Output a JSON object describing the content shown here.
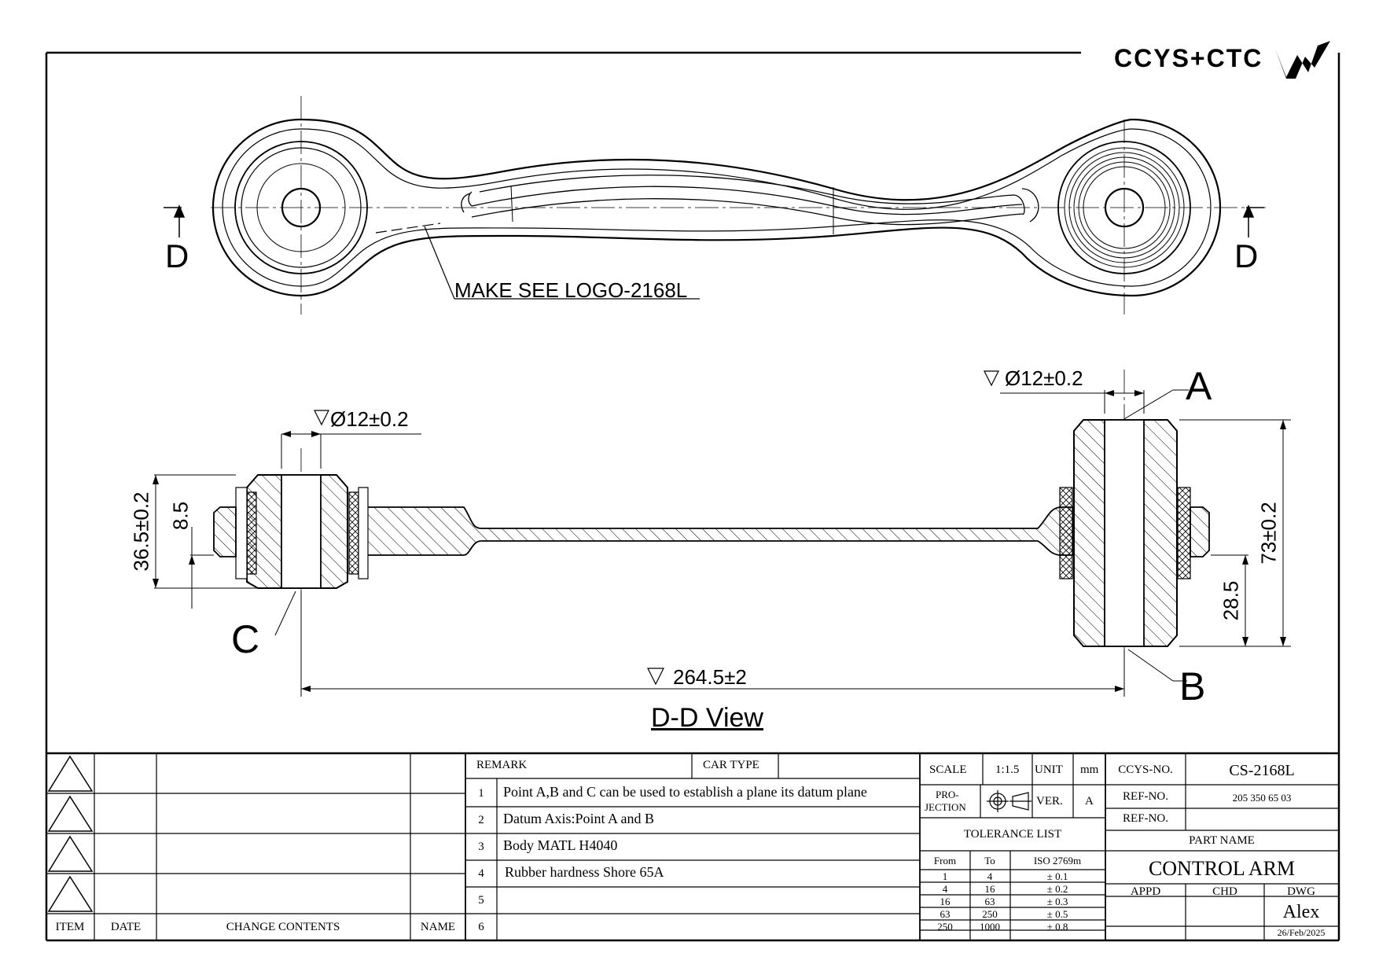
{
  "brand": {
    "logo_text": "CCYS+CTC"
  },
  "top_view": {
    "section_marker_left": "D",
    "section_marker_right": "D",
    "logo_note": "MAKE SEE LOGO-2168L"
  },
  "section_view": {
    "title": "D-D View",
    "dim_left_bore": "Ø12±0.2",
    "dim_right_bore": "Ø12±0.2",
    "dim_left_height": "36.5±0.2",
    "dim_left_offset": "8.5",
    "dim_length": "264.5±2",
    "dim_right_height": "73±0.2",
    "dim_right_offset": "28.5",
    "point_a": "A",
    "point_b": "B",
    "point_c": "C"
  },
  "revision_table": {
    "headers": {
      "item": "ITEM",
      "date": "DATE",
      "change": "CHANGE CONTENTS",
      "name": "NAME"
    }
  },
  "remarks": {
    "header": "REMARK",
    "car_type_label": "CAR TYPE",
    "car_type_value": "",
    "rows": [
      {
        "no": "1",
        "text": "Point A,B and C can be used to establish a plane its datum plane"
      },
      {
        "no": "2",
        "text": "Datum Axis:Point A and B"
      },
      {
        "no": "3",
        "text": "Body MATL H4040"
      },
      {
        "no": "4",
        "text": "Rubber hardness Shore 65A"
      },
      {
        "no": "5",
        "text": ""
      },
      {
        "no": "6",
        "text": ""
      }
    ]
  },
  "spec": {
    "scale_label": "SCALE",
    "scale_value": "1:1.5",
    "unit_label": "UNIT",
    "unit_value": "mm",
    "projection_label_1": "PRO-",
    "projection_label_2": "JECTION",
    "ver_label": "VER.",
    "ver_value": "A"
  },
  "tolerance": {
    "title": "TOLERANCE LIST",
    "headers": {
      "from": "From",
      "to": "To",
      "iso": "ISO 2769m"
    },
    "rows": [
      {
        "from": "1",
        "to": "4",
        "tol": "± 0.1"
      },
      {
        "from": "4",
        "to": "16",
        "tol": "± 0.2"
      },
      {
        "from": "16",
        "to": "63",
        "tol": "± 0.3"
      },
      {
        "from": "63",
        "to": "250",
        "tol": "± 0.5"
      },
      {
        "from": "250",
        "to": "1000",
        "tol": "± 0.8"
      }
    ]
  },
  "title_block": {
    "ccys_no_label": "CCYS-NO.",
    "ccys_no_value": "CS-2168L",
    "ref_no_label_1": "REF-NO.",
    "ref_no_value_1": "205 350 65 03",
    "ref_no_label_2": "REF-NO.",
    "ref_no_value_2": "",
    "part_name_label": "PART NAME",
    "part_name_value": "CONTROL ARM",
    "appd_label": "APPD",
    "chd_label": "CHD",
    "dwg_label": "DWG",
    "drawn_by": "Alex",
    "date": "26/Feb/2025"
  }
}
